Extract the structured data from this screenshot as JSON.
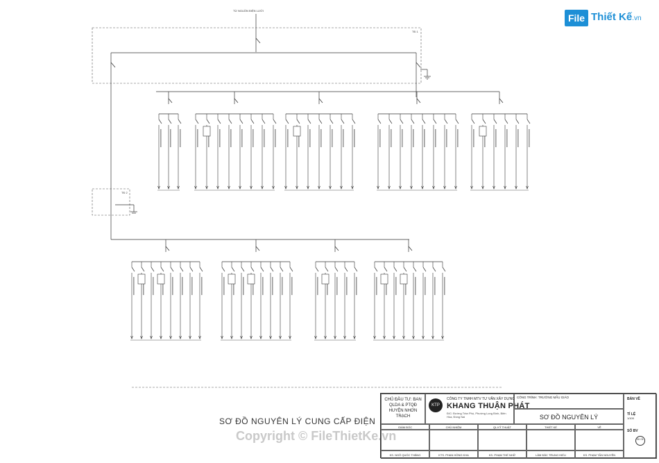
{
  "logo": {
    "badge": "File",
    "name": "Thiết Kế",
    "suffix": ".vn"
  },
  "diagram": {
    "title": "SƠ ĐỒ NGUYÊN LÝ CUNG CẤP ĐIỆN",
    "supply_label": "TỪ NGUỒN ĐIỆN LƯỚI",
    "panel_labels": [
      "TĐ 1",
      "TĐ 2"
    ]
  },
  "watermark": {
    "text": "Copyright © FileThietKe.vn"
  },
  "title_block": {
    "investor": "CHỦ ĐẦU TƯ: BAN QLDA & PTQĐ HUYỆN NHƠN TRẠCH",
    "company_line": "CÔNG TY TNHH MTV TƯ VẤN XÂY DỰNG",
    "brand": "KHANG THUẬN PHÁT",
    "brand_mark": "KTP",
    "address": "Đ/C: Đường Trần Phú, Phường Long Bình, Biên Hòa, Đồng Nai",
    "project": "CÔNG TRÌNH: TRƯỜNG MẪU GIÁO",
    "drawing_title": "SƠ ĐỒ NGUYÊN LÝ",
    "sheet": "BẢN VẼ",
    "ratio_label": "TỈ LỆ",
    "ratio": "1/100",
    "number_label": "SỐ BV",
    "number": "ĐI 01",
    "columns": [
      "GIÁM ĐỐC",
      "CHỦ NHIỆM",
      "QL KỸ THUẬT",
      "THIẾT KẾ",
      "VẼ"
    ],
    "signers": [
      "KS. NGÔ QUỐC THẮNG",
      "KTS. PHAN HỒNG KHA",
      "KS. PHẠM THẾ NHỮ",
      "LÂM ĐẮC TRUNG HIẾU",
      "KS. PHẠM TẤN NGUYÊN"
    ]
  }
}
